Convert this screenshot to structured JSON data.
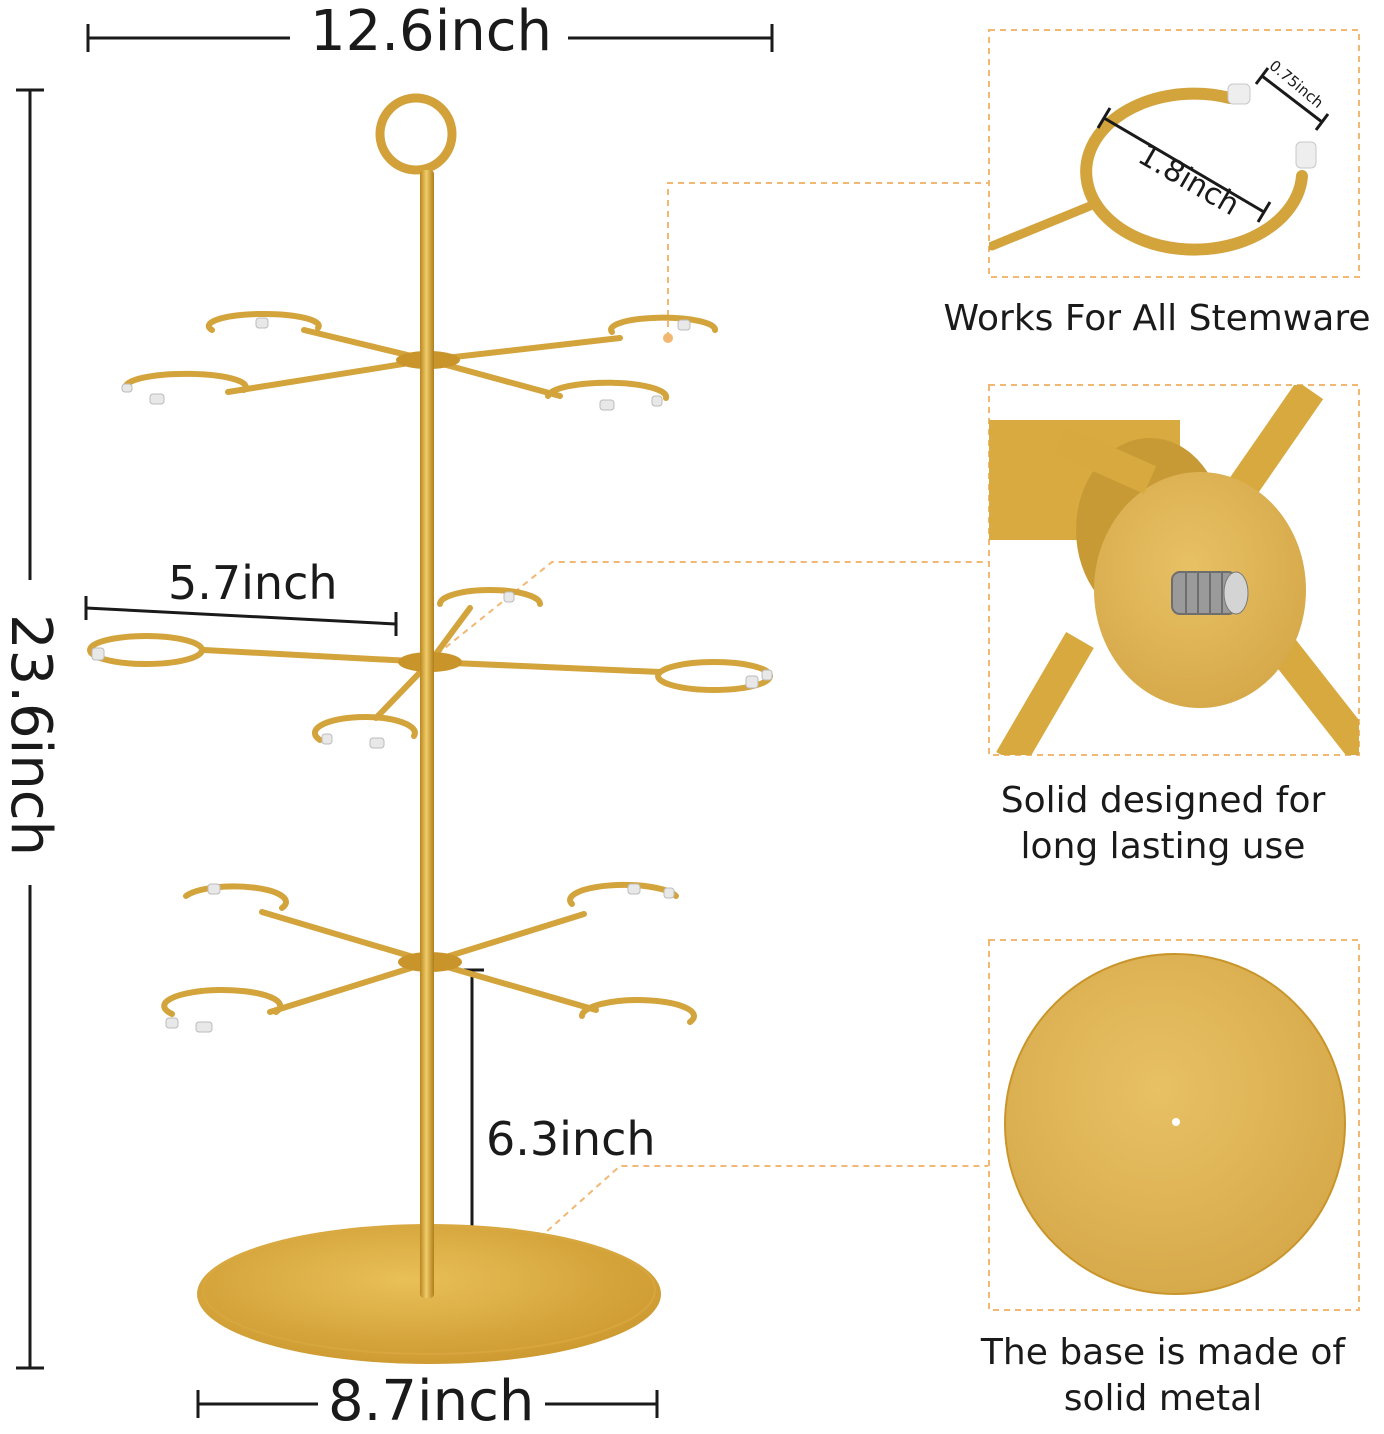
{
  "dimensions": {
    "width": "12.6inch",
    "height": "23.6inch",
    "base_diameter": "8.7inch",
    "arm_length": "5.7inch",
    "tier_gap": "6.3inch",
    "ring_diameter": "1.8inch",
    "ring_opening": "0.75inch"
  },
  "features": [
    {
      "caption_lines": [
        "Works For All Stemware"
      ]
    },
    {
      "caption_lines": [
        "Solid designed for",
        "long lasting use"
      ]
    },
    {
      "caption_lines": [
        "The base is made of",
        "solid metal"
      ]
    }
  ],
  "colors": {
    "gold": "#d7a73a",
    "gold_dark": "#b8861f",
    "callout_line": "#f3b774",
    "dimension_line": "#1a1a1a"
  }
}
